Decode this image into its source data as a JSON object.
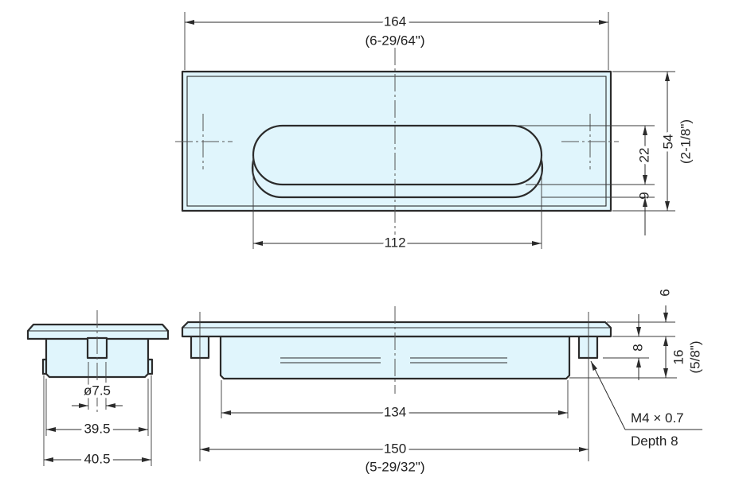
{
  "colors": {
    "part_fill": "#e0f5fc",
    "line": "#2b2b2b"
  },
  "top_view": {
    "overall_length": "164",
    "overall_length_in": "(6-29/64\")",
    "overall_height": "54",
    "overall_height_in": "(2-1/8\")",
    "slot_height": "22",
    "slot_offset": "9",
    "slot_length": "112"
  },
  "front_view": {
    "flange_thickness": "6",
    "boss_depth": "8",
    "total_depth": "16",
    "total_depth_in": "(5/8\")",
    "body_length": "134",
    "hole_pitch": "150",
    "hole_pitch_in": "(5-29/32\")",
    "thread_spec": "M4 × 0.7",
    "thread_depth": "Depth 8"
  },
  "side_view": {
    "hole_diameter": "ø7.5",
    "body_width": "39.5",
    "flange_width": "40.5"
  }
}
